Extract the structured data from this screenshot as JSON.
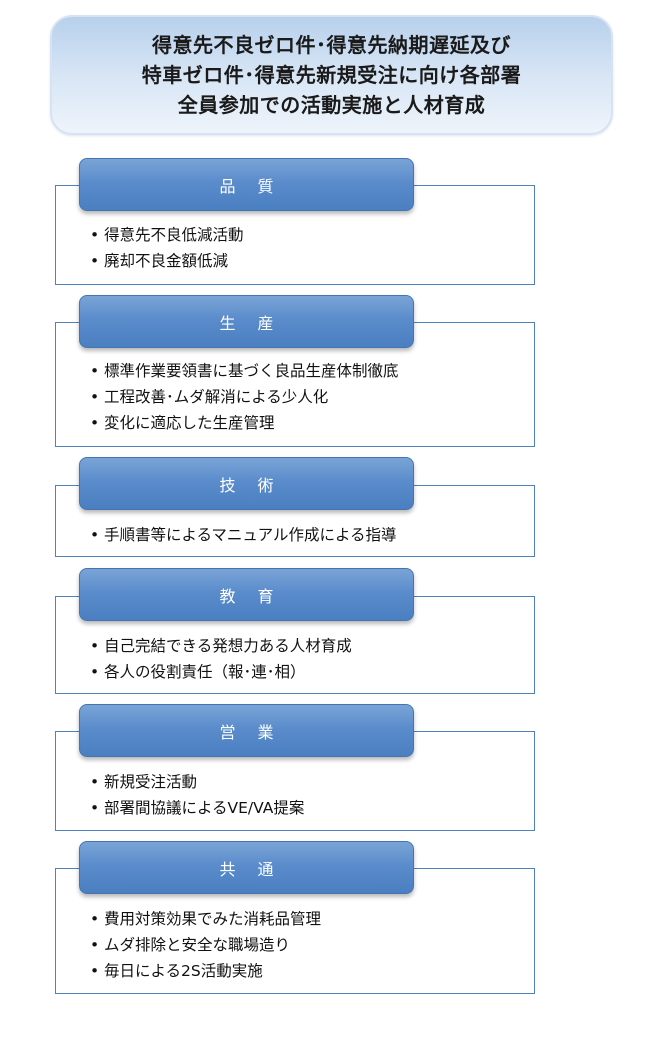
{
  "title": {
    "lines": [
      "得意先不良ゼロ件･得意先納期遅延及び",
      "特車ゼロ件･得意先新規受注に向け各部署",
      "全員参加での活動実施と人材育成"
    ]
  },
  "sections": [
    {
      "heading": "品質",
      "items": [
        "得意先不良低減活動",
        "廃却不良金額低減"
      ]
    },
    {
      "heading": "生産",
      "items": [
        "標準作業要領書に基づく良品生産体制徹底",
        "工程改善･ムダ解消による少人化",
        "変化に適応した生産管理"
      ]
    },
    {
      "heading": "技術",
      "items": [
        "手順書等によるマニュアル作成による指導"
      ]
    },
    {
      "heading": "教育",
      "items": [
        "自己完結できる発想力ある人材育成",
        "各人の役割責任（報･連･相）"
      ]
    },
    {
      "heading": "営業",
      "items": [
        "新規受注活動",
        "部署間協議によるVE/VA提案"
      ]
    },
    {
      "heading": "共通",
      "items": [
        "費用対策効果でみた消耗品管理",
        "ムダ排除と安全な職場造り",
        "毎日による2S活動実施"
      ]
    }
  ]
}
